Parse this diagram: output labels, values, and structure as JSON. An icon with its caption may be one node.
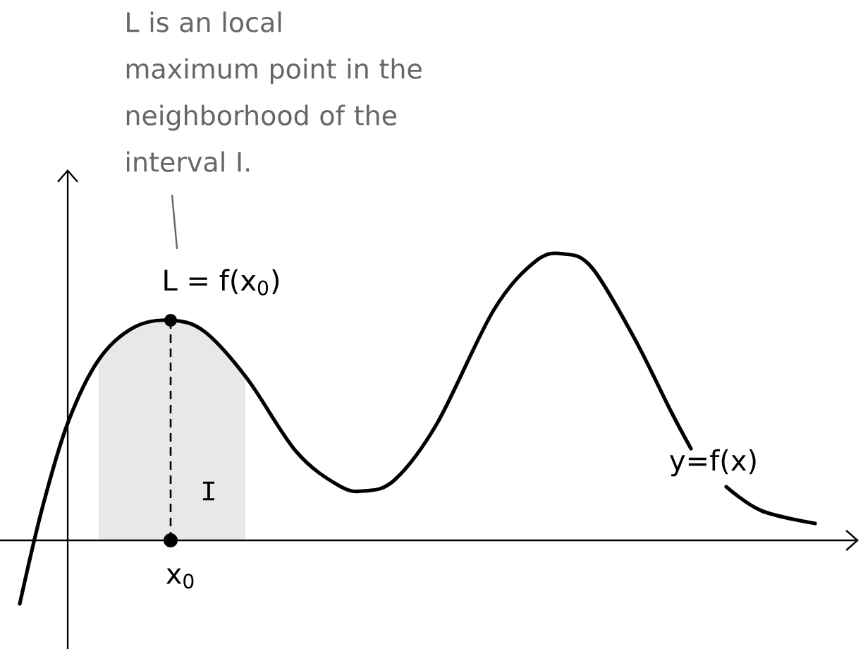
{
  "diagram": {
    "nodes": [
      {
        "text": [
          "L is an local maximum point in the neighborhood of the interval I."
        ]
      },
      {
        "text": [
          "L = f(x$_{0}$)"
        ]
      },
      {
        "text": [
          "I"
        ]
      }
    ],
    "edges": [
      {
        "from": 0,
        "to": 1,
        "arrow": "none"
      }
    ],
    "labels": [
      "x$_{0}$",
      "y=f(x)"
    ]
  }
}
